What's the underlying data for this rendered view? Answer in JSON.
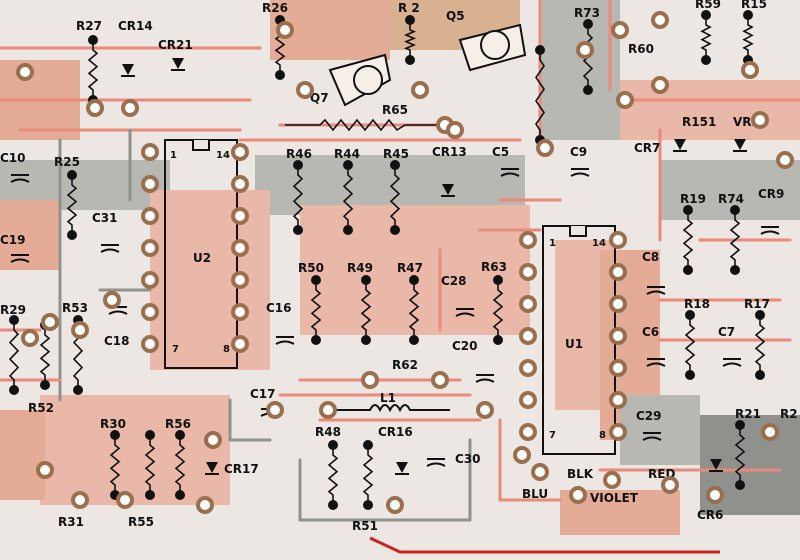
{
  "image_title": "",
  "colors": {
    "board_background": "#ece7e2",
    "copper_pad_area": "#e9b8a8",
    "copper_trace_red": "#e98a7a",
    "trace_gray": "#8e918c",
    "gray_fill": "#b6b8b1",
    "brown_pad": "#9a6f4e",
    "component_outline": "#111111",
    "marker_line": "#cc2222"
  },
  "ics": [
    {
      "label": "U2",
      "pin_top_left": "1",
      "pin_top_right": "14",
      "pin_bottom_left": "7",
      "pin_bottom_right": "8"
    },
    {
      "label": "U1",
      "pin_top_left": "1",
      "pin_top_right": "14",
      "pin_bottom_left": "7",
      "pin_bottom_right": "8"
    }
  ],
  "transistors": [
    "Q7",
    "Q5"
  ],
  "components": {
    "resistors": [
      "R27",
      "R26",
      "R 2",
      "R73",
      "R59",
      "R15",
      "R60",
      "R65",
      "R25",
      "R46",
      "R44",
      "R45",
      "R151",
      "R19",
      "R74",
      "R50",
      "R49",
      "R47",
      "R63",
      "R18",
      "R17",
      "R29",
      "R53",
      "R52",
      "R62",
      "R48",
      "R30",
      "R56",
      "R31",
      "R55",
      "R51",
      "R21",
      "R2"
    ],
    "capacitors": [
      "C10",
      "C19",
      "C31",
      "C18",
      "C16",
      "C17",
      "C5",
      "C9",
      "C28",
      "C20",
      "C8",
      "C6",
      "C7",
      "C29",
      "C30",
      "CR9"
    ],
    "diodes": [
      "CR14",
      "CR21",
      "CR13",
      "CR7",
      "VR2",
      "CR16",
      "CR17",
      "CR6"
    ],
    "inductors": [
      "L1"
    ]
  },
  "wire_labels": [
    "BLU",
    "BLK",
    "VIOLET",
    "RED"
  ]
}
